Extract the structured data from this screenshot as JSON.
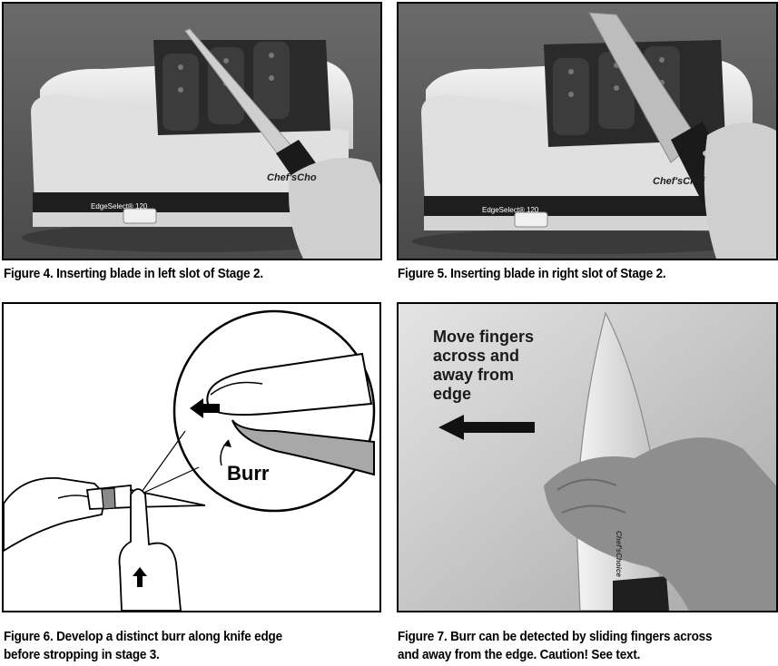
{
  "figures": [
    {
      "id": "figure-4",
      "caption": "Figure 4.  Inserting blade in left slot of Stage 2.",
      "device_label": "EdgeSelect® 120",
      "brand_label": "Chef'sCho"
    },
    {
      "id": "figure-5",
      "caption": "Figure 5.  Inserting blade in right slot of Stage 2.",
      "device_label": "EdgeSelect® 120",
      "brand_label": "Chef'sChoi"
    },
    {
      "id": "figure-6",
      "caption_line1": "Figure 6.  Develop a distinct burr along knife edge",
      "caption_line2": "before stropping in stage 3.",
      "callout_label": "Burr"
    },
    {
      "id": "figure-7",
      "caption_line1": "Figure 7.  Burr can be detected by sliding fingers across",
      "caption_line2": "and away from the edge. Caution! See text.",
      "overlay_lines": [
        "Move fingers",
        "across and",
        "away from",
        "edge"
      ],
      "blade_brand": "Chef'sChoice"
    }
  ],
  "colors": {
    "photo_background": "#5e5e5e",
    "device_body": "#e8e8e8",
    "device_dark": "#1e1e1e",
    "border": "#000000"
  }
}
